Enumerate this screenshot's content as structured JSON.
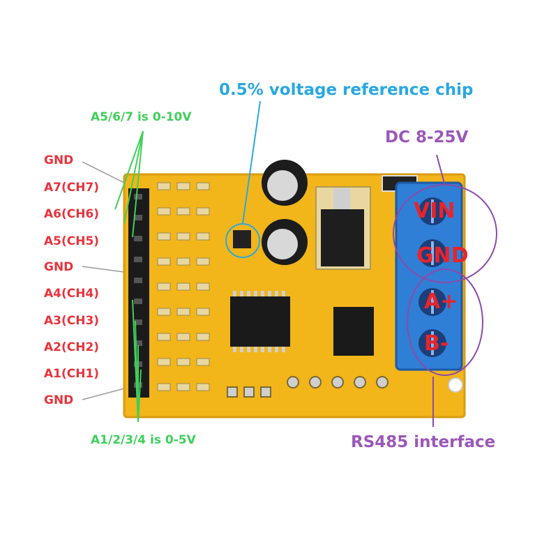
{
  "annotations": {
    "voltage_ref_chip": "0.5% voltage reference chip",
    "dc_power": "DC 8-25V",
    "rs485": "RS485 interface",
    "a567_range": "A5/6/7 is 0-10V",
    "a1234_range": "A1/2/3/4 is 0-5V"
  },
  "pins": [
    "GND",
    "A7(CH7)",
    "A6(CH6)",
    "A5(CH5)",
    "GND",
    "A4(CH4)",
    "A3(CH3)",
    "A2(CH2)",
    "A1(CH1)",
    "GND"
  ],
  "terminals": [
    "VIN",
    "GND",
    "A+",
    "B-"
  ],
  "colors": {
    "pcb": "#f2b51a",
    "terminal_block": "#2f7fd6",
    "pin_label": "#e8333c",
    "green_note": "#3fcf5a",
    "blue_note": "#29a8e0",
    "purple_note": "#9b58b8"
  }
}
